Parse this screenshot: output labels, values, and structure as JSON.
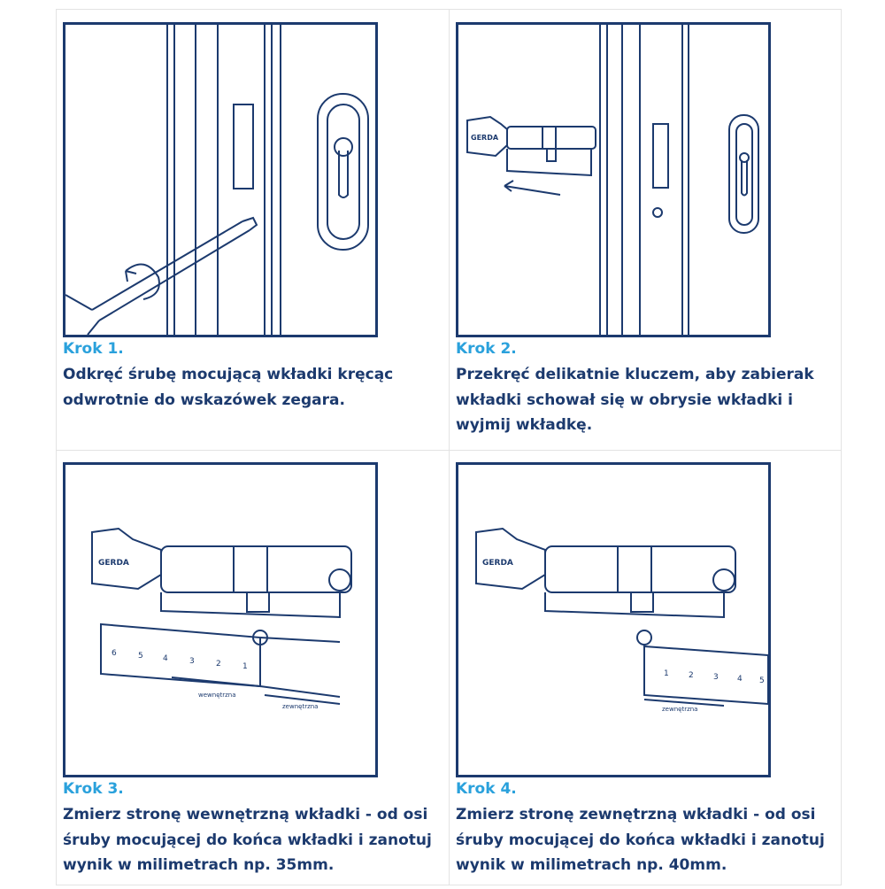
{
  "steps": [
    {
      "title": "Krok 1.",
      "description": "Odkręć śrubę mocującą wkładki kręcąc odwrotnie do wskazówek zegara."
    },
    {
      "title": "Krok 2.",
      "description": "Przekręć delikatnie kluczem, aby zabierak wkładki schował się w obrysie wkładki i wyjmij wkładkę."
    },
    {
      "title": "Krok 3.",
      "description": "Zmierz stronę wewnętrzną wkładki - od osi śruby mocującej do końca wkładki i zanotuj wynik w milimetrach np. 35mm."
    },
    {
      "title": "Krok 4.",
      "description": "Zmierz stronę zewnętrzną wkładki - od osi śruby mocującej do końca wkładki i zanotuj wynik w milimetrach np. 40mm."
    }
  ],
  "illustrations": {
    "brand_logo": "GERDA",
    "label_inner": "wewnętrzna",
    "label_outer": "zewnętrzna",
    "ruler_3": [
      "6",
      "5",
      "4",
      "3",
      "2",
      "1"
    ],
    "ruler_4": [
      "1",
      "2",
      "3",
      "4",
      "5"
    ]
  },
  "colors": {
    "title": "#2aa1dc",
    "text": "#1c3a6e",
    "border": "#1c3a6e"
  }
}
